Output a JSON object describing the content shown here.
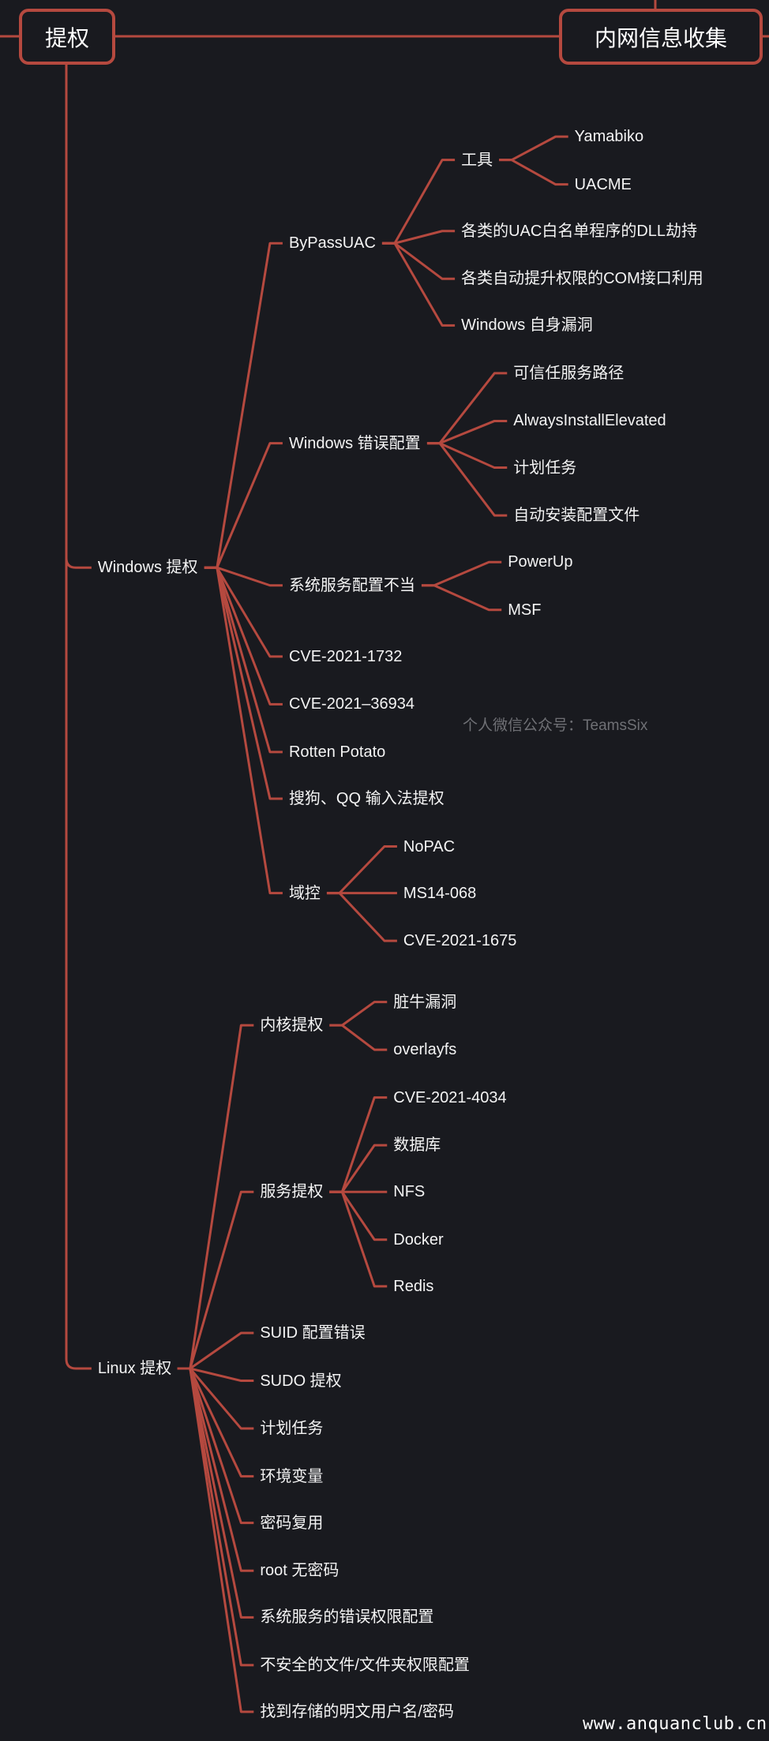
{
  "root": {
    "label": "提权"
  },
  "neighbor": {
    "label": "内网信息收集"
  },
  "colors": {
    "background": "#191a1f",
    "line": "#b5493f",
    "text": "#f4f4f4"
  },
  "tree": [
    {
      "label": "Windows 提权",
      "children": [
        {
          "label": "ByPassUAC",
          "children": [
            {
              "label": "工具",
              "children": [
                {
                  "label": "Yamabiko"
                },
                {
                  "label": "UACME"
                }
              ]
            },
            {
              "label": "各类的UAC白名单程序的DLL劫持"
            },
            {
              "label": "各类自动提升权限的COM接口利用"
            },
            {
              "label": "Windows 自身漏洞"
            }
          ]
        },
        {
          "label": "Windows 错误配置",
          "children": [
            {
              "label": "可信任服务路径"
            },
            {
              "label": "AlwaysInstallElevated"
            },
            {
              "label": "计划任务"
            },
            {
              "label": "自动安装配置文件"
            }
          ]
        },
        {
          "label": "系统服务配置不当",
          "children": [
            {
              "label": "PowerUp"
            },
            {
              "label": "MSF"
            }
          ]
        },
        {
          "label": "CVE-2021-1732"
        },
        {
          "label": "CVE-2021–36934"
        },
        {
          "label": "Rotten Potato"
        },
        {
          "label": "搜狗、QQ 输入法提权"
        },
        {
          "label": "域控",
          "children": [
            {
              "label": "NoPAC"
            },
            {
              "label": "MS14-068"
            },
            {
              "label": "CVE-2021-1675"
            }
          ]
        }
      ]
    },
    {
      "label": "Linux 提权",
      "children": [
        {
          "label": "内核提权",
          "children": [
            {
              "label": "脏牛漏洞"
            },
            {
              "label": "overlayfs"
            }
          ]
        },
        {
          "label": "服务提权",
          "children": [
            {
              "label": "CVE-2021-4034"
            },
            {
              "label": "数据库"
            },
            {
              "label": "NFS"
            },
            {
              "label": "Docker"
            },
            {
              "label": "Redis"
            }
          ]
        },
        {
          "label": "SUID 配置错误"
        },
        {
          "label": "SUDO 提权"
        },
        {
          "label": "计划任务"
        },
        {
          "label": "环境变量"
        },
        {
          "label": "密码复用"
        },
        {
          "label": "root 无密码"
        },
        {
          "label": "系统服务的错误权限配置"
        },
        {
          "label": "不安全的文件/文件夹权限配置"
        },
        {
          "label": "找到存储的明文用户名/密码"
        }
      ]
    }
  ],
  "watermark": "个人微信公众号：TeamsSix",
  "footer": "www.anquanclub.cn"
}
